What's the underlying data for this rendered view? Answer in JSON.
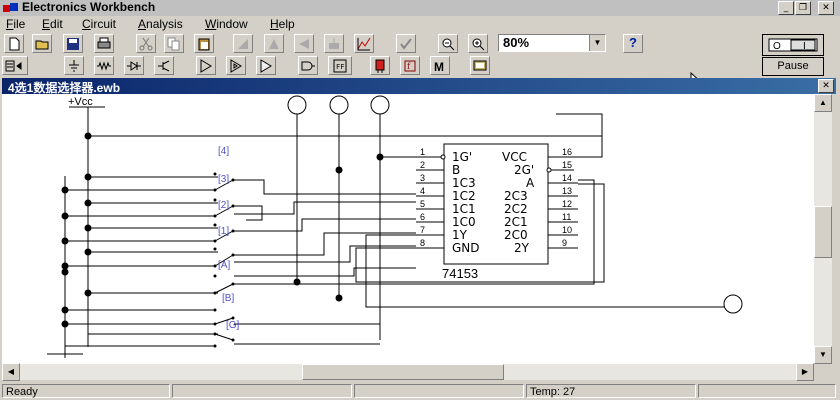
{
  "app": {
    "title": "Electronics Workbench"
  },
  "menu": [
    {
      "label": "File",
      "ul": "F"
    },
    {
      "label": "Edit",
      "ul": "E"
    },
    {
      "label": "Circuit",
      "ul": "C"
    },
    {
      "label": "Analysis",
      "ul": "A"
    },
    {
      "label": "Window",
      "ul": "W"
    },
    {
      "label": "Help",
      "ul": "H"
    }
  ],
  "toolbar": {
    "zoom_value": "80%",
    "help_label": "?",
    "pause_label": "Pause",
    "power_label": "O | I"
  },
  "document": {
    "title": "4选1数据选择器.ewb"
  },
  "circuit": {
    "vcc_label": "+Vcc",
    "switch_keys": [
      "[4]",
      "[3]",
      "[2]",
      "[1]",
      "[A]",
      "[B]",
      "[G]"
    ],
    "chip_name": "74153",
    "left_pins": [
      {
        "num": "1",
        "name": "1G'"
      },
      {
        "num": "2",
        "name": "B"
      },
      {
        "num": "3",
        "name": "1C3"
      },
      {
        "num": "4",
        "name": "1C2"
      },
      {
        "num": "5",
        "name": "1C1"
      },
      {
        "num": "6",
        "name": "1C0"
      },
      {
        "num": "7",
        "name": "1Y"
      },
      {
        "num": "8",
        "name": "GND"
      }
    ],
    "right_pins": [
      {
        "num": "16",
        "name": "VCC"
      },
      {
        "num": "15",
        "name": "2G'"
      },
      {
        "num": "14",
        "name": "A"
      },
      {
        "num": "13",
        "name": "2C3"
      },
      {
        "num": "12",
        "name": "2C2"
      },
      {
        "num": "11",
        "name": "2C1"
      },
      {
        "num": "10",
        "name": "2C0"
      },
      {
        "num": "9",
        "name": "2Y"
      }
    ]
  },
  "status": {
    "ready": "Ready",
    "temp": "Temp:  27"
  },
  "colors": {
    "key_label": "#5050d0",
    "doc_title_bar": "#0a246a"
  }
}
